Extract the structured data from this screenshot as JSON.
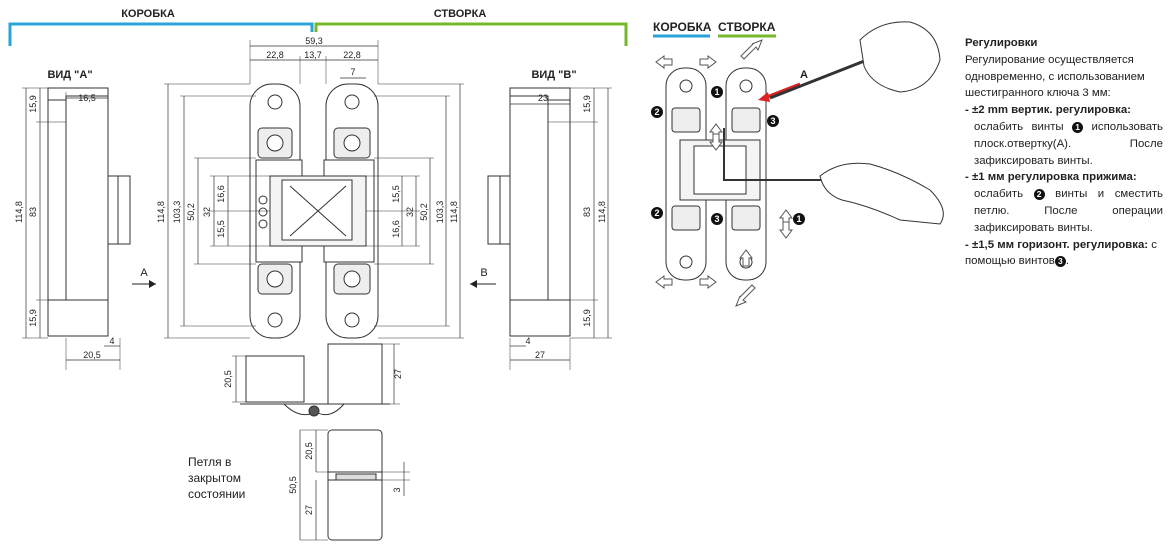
{
  "headers": {
    "frame": "КОРОБКА",
    "sash": "СТВОРКА",
    "frame_color": "#2aa3d6",
    "sash_color": "#76b82a"
  },
  "views": {
    "view_a": "ВИД \"А\"",
    "view_b": "ВИД \"B\"",
    "arrow_a": "A",
    "arrow_b": "B"
  },
  "dimensions": {
    "overall_width": "59,3",
    "frame_part_width": "22,8",
    "gap": "13,7",
    "sash_part_width": "22,8",
    "center_gap": "7",
    "total_height": "114,8",
    "body_height": "103,3",
    "inner_height": "50,2",
    "slot_height": "32",
    "top_offset": "16,6",
    "mid_offset": "15,5",
    "side_offset": "15,9",
    "side_height": "83",
    "view_a_top_width": "16,5",
    "view_b_top_width": "23",
    "view_a_bottom_small": "4",
    "view_a_bottom_width": "20,5",
    "view_b_bottom_small": "4",
    "view_b_bottom_width": "27",
    "top_view_left_height": "20,5",
    "top_view_right_height": "27",
    "closed_total": "50,5",
    "closed_top": "20,5",
    "closed_bottom": "27",
    "closed_gap": "3"
  },
  "closed_caption": "Петля в закрытом состоянии",
  "adjust_diagram": {
    "frame_label": "КОРОБКА",
    "sash_label": "СТВОРКА",
    "arrow_a": "A",
    "callout_1": "1",
    "callout_2": "2",
    "callout_3": "3"
  },
  "instructions": {
    "title": "Регулировки",
    "intro": "Регулирование осуществляется одновременно, с использованием шестигранного ключа 3 мм:",
    "item1_head": "- ±2 mm вертик. регулировка:",
    "item1_a": "ослабить винты",
    "item1_b": "использовать плоск.отвертку(А). После зафиксировать винты.",
    "item2_head": "- ±1 мм регулировка прижима:",
    "item2_a": "ослабить",
    "item2_b": "винты и сместить петлю. После операции зафиксировать винты.",
    "item3_head": "- ±1,5 мм горизонт. регулировка:",
    "item3_a": "с помощью винтов",
    "item3_b": ".",
    "n1": "1",
    "n2": "2",
    "n3": "3"
  }
}
